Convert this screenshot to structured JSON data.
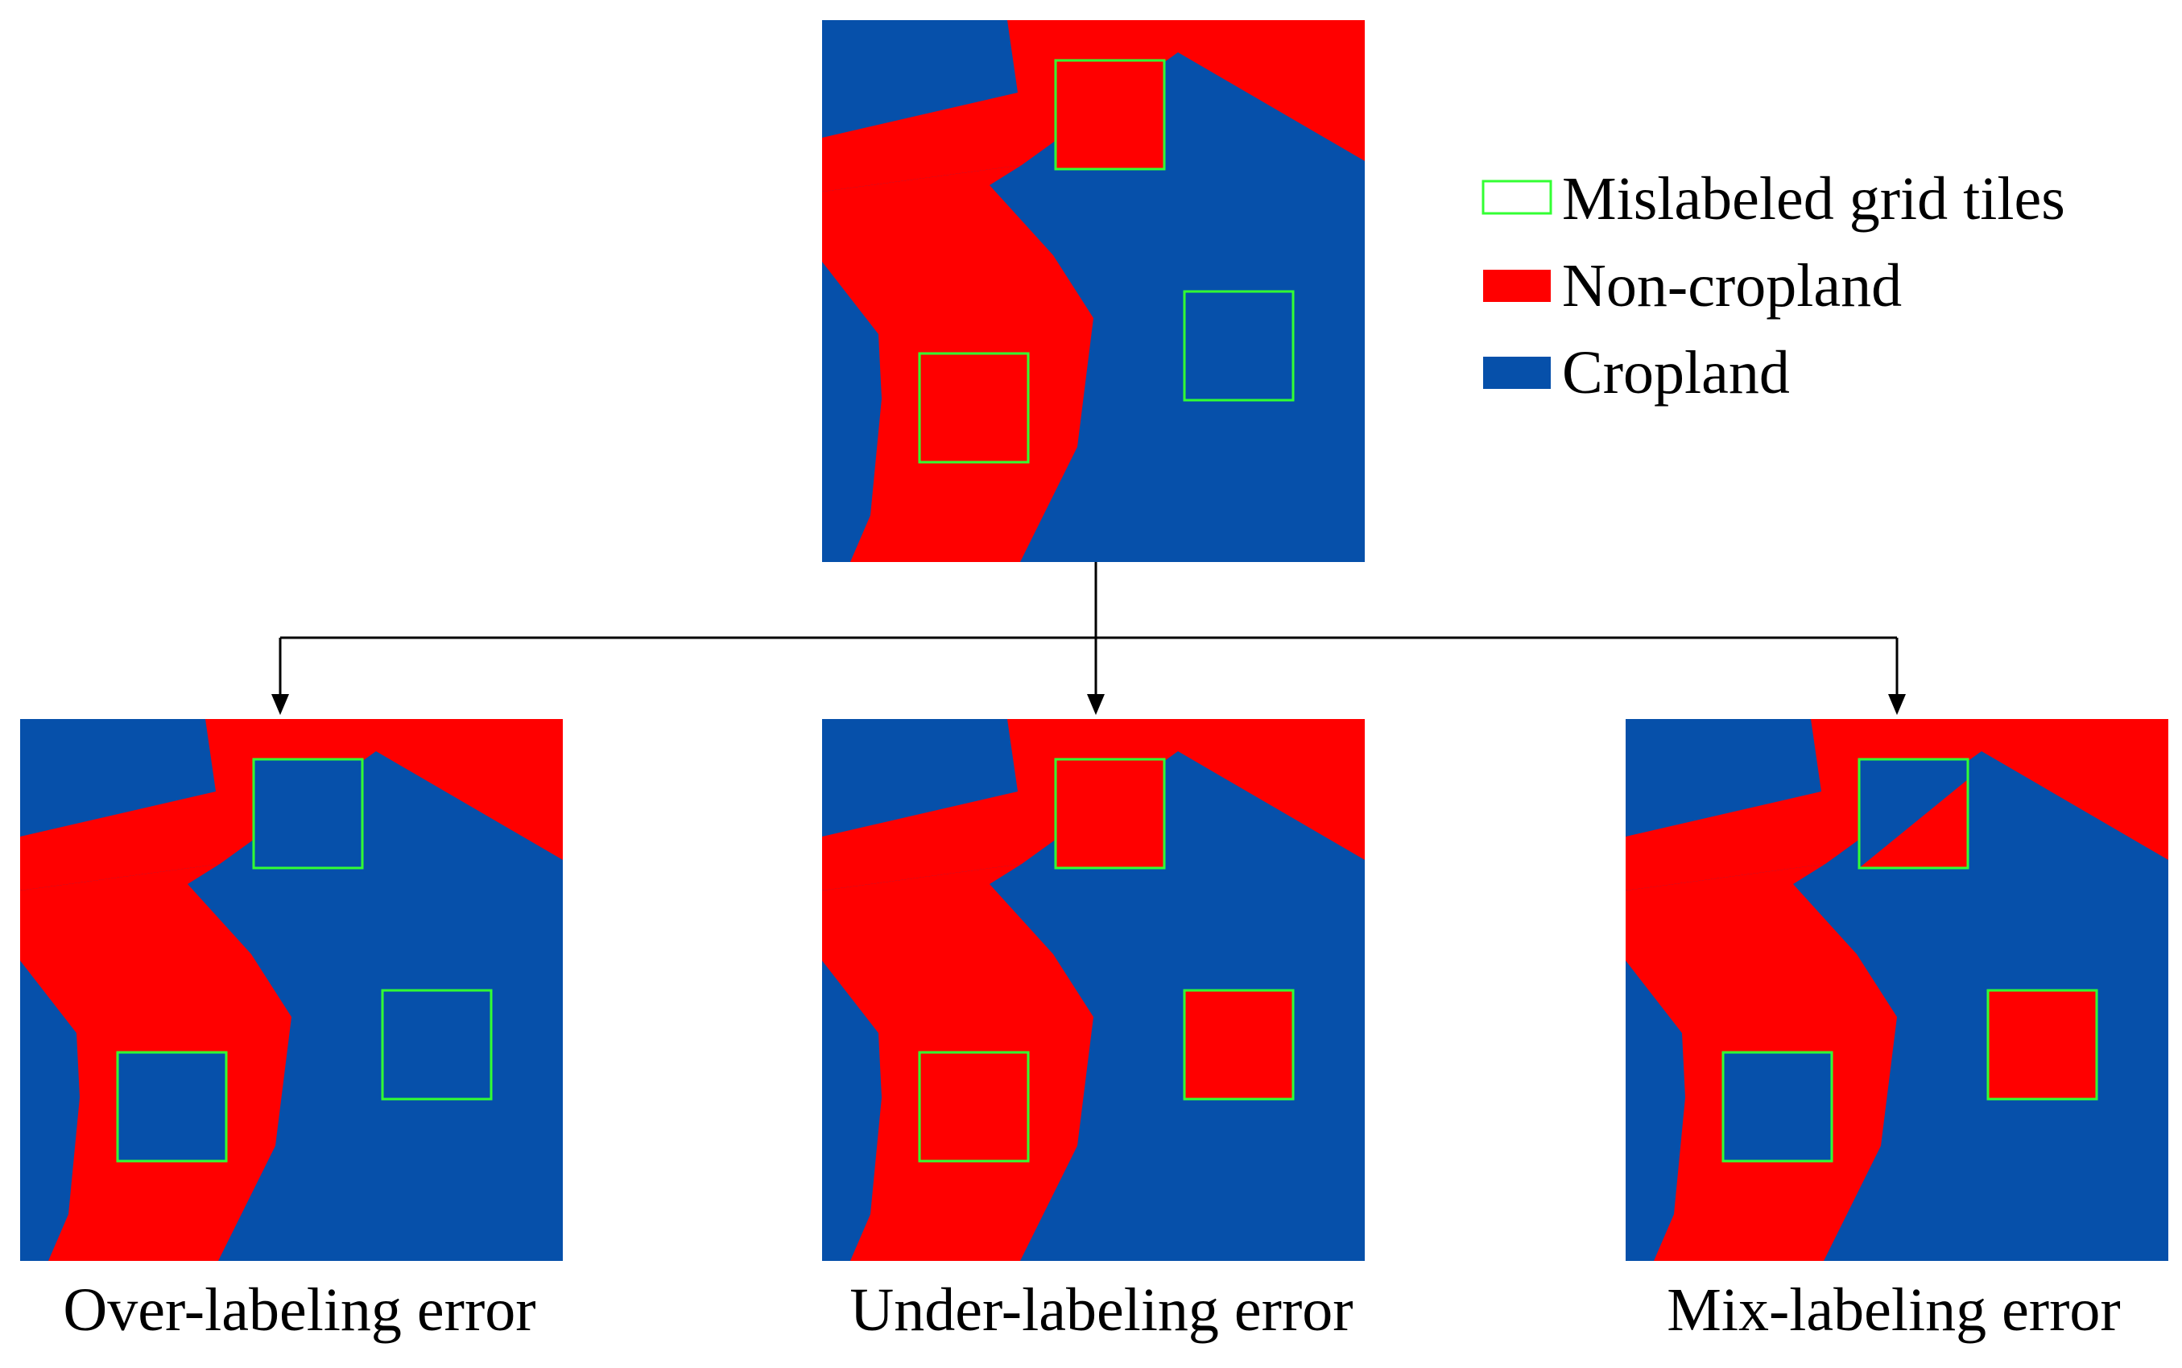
{
  "colors": {
    "cropland": "#0650AA",
    "non_cropland": "#FF0000",
    "tile_outline": "#33FF33",
    "connector": "#000000"
  },
  "legend": [
    {
      "symbol": "outline",
      "label": "Mislabeled grid tiles"
    },
    {
      "symbol": "non_cropland",
      "label": "Non-cropland"
    },
    {
      "symbol": "cropland",
      "label": "Cropland"
    }
  ],
  "top_panel": {
    "tiles": [
      "non_cropland",
      "non_cropland",
      "cropland"
    ]
  },
  "panels": [
    {
      "caption": "Over-labeling error",
      "tiles": [
        "cropland",
        "cropland",
        "cropland"
      ]
    },
    {
      "caption": "Under-labeling error",
      "tiles": [
        "non_cropland",
        "non_cropland",
        "non_cropland"
      ]
    },
    {
      "caption": "Mix-labeling error",
      "tiles": [
        "split",
        "cropland",
        "non_cropland"
      ]
    }
  ]
}
